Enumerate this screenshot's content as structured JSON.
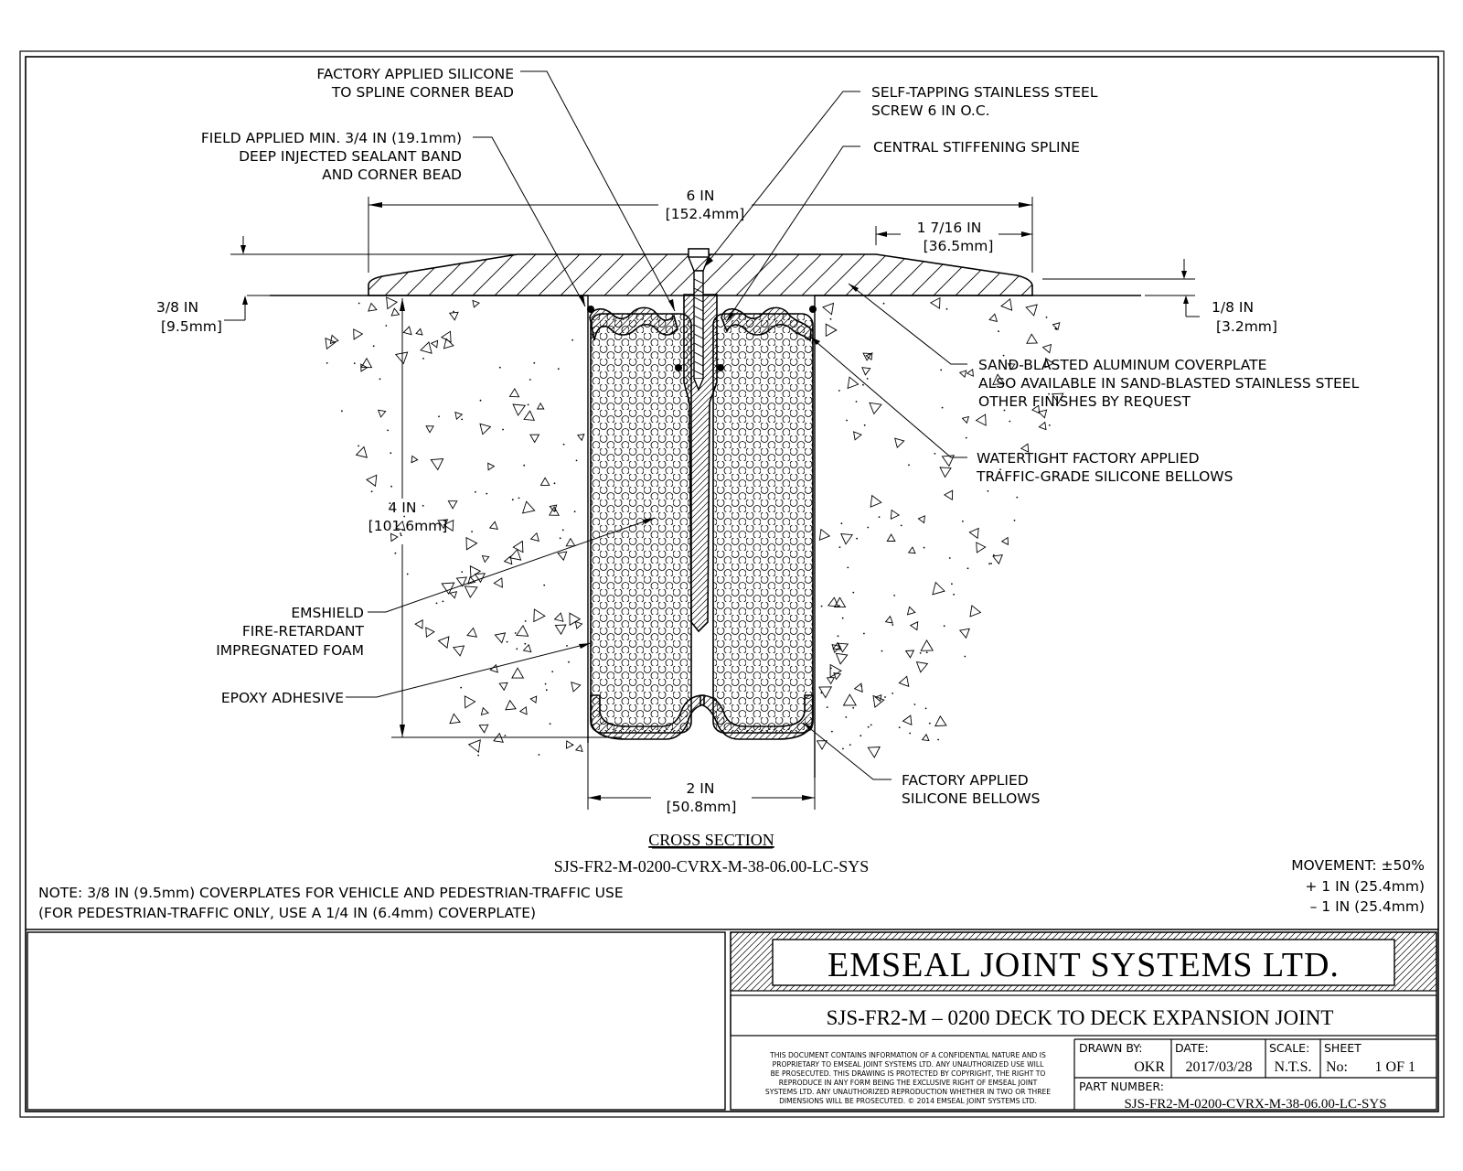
{
  "callouts": {
    "factory_silicone": [
      "FACTORY APPLIED SILICONE",
      "TO SPLINE CORNER BEAD"
    ],
    "field_sealant": [
      "FIELD APPLIED MIN. 3/4 IN (19.1mm)",
      "DEEP INJECTED SEALANT BAND",
      "AND CORNER BEAD"
    ],
    "screw": [
      "SELF-TAPPING STAINLESS STEEL",
      "SCREW 6 IN O.C."
    ],
    "spline": [
      "CENTRAL STIFFENING SPLINE"
    ],
    "coverplate": [
      "SAND-BLASTED ALUMINUM COVERPLATE",
      "ALSO AVAILABLE IN SAND-BLASTED STAINLESS STEEL",
      "OTHER FINISHES BY REQUEST"
    ],
    "bellows_top": [
      "WATERTIGHT FACTORY APPLIED",
      "TRAFFIC-GRADE SILICONE BELLOWS"
    ],
    "foam": [
      "EMSHIELD",
      "FIRE-RETARDANT",
      "IMPREGNATED FOAM"
    ],
    "epoxy": [
      "EPOXY ADHESIVE"
    ],
    "bellows_bottom": [
      "FACTORY APPLIED",
      "SILICONE BELLOWS"
    ]
  },
  "dimensions": {
    "width_6": [
      "6 IN",
      "[152.4mm]"
    ],
    "taper": [
      "1 7/16 IN",
      "[36.5mm]"
    ],
    "thick_38": [
      "3/8 IN",
      "[9.5mm]"
    ],
    "thick_18": [
      "1/8 IN",
      "[3.2mm]"
    ],
    "depth_4": [
      "4 IN",
      "[101.6mm]"
    ],
    "joint_2": [
      "2 IN",
      "[50.8mm]"
    ]
  },
  "section": {
    "title": "CROSS SECTION",
    "code": "SJS-FR2-M-0200-CVRX-M-38-06.00-LC-SYS"
  },
  "note": [
    "NOTE: 3/8 IN (9.5mm) COVERPLATES FOR VEHICLE AND PEDESTRIAN-TRAFFIC USE",
    "(FOR PEDESTRIAN-TRAFFIC ONLY, USE A 1/4 IN (6.4mm) COVERPLATE)"
  ],
  "movement": [
    "MOVEMENT: ±50%",
    "+ 1 IN (25.4mm)",
    "– 1 IN (25.4mm)"
  ],
  "title_block": {
    "company": "EMSEAL JOINT SYSTEMS LTD.",
    "drawing_title": "SJS-FR2-M – 0200 DECK TO DECK EXPANSION JOINT",
    "disclaimer": [
      "THIS DOCUMENT CONTAINS INFORMATION OF A CONFIDENTIAL NATURE AND IS",
      "PROPRIETARY TO EMSEAL JOINT SYSTEMS LTD. ANY UNAUTHORIZED USE WILL",
      "BE PROSECUTED. THIS DRAWING IS PROTECTED BY COPYRIGHT, THE RIGHT TO",
      "REPRODUCE IN ANY FORM BEING THE EXCLUSIVE RIGHT OF EMSEAL JOINT",
      "SYSTEMS LTD. ANY UNAUTHORIZED REPRODUCTION WHETHER IN TWO OR THREE",
      "DIMENSIONS WILL BE PROSECUTED. © 2014 EMSEAL JOINT SYSTEMS LTD."
    ],
    "drawn_by_label": "DRAWN BY:",
    "drawn_by": "OKR",
    "date_label": "DATE:",
    "date": "2017/03/28",
    "scale_label": "SCALE:",
    "scale": "N.T.S.",
    "sheet_label": "SHEET",
    "sheet_no_label": "No:",
    "sheet": "1 OF 1",
    "part_number_label": "PART NUMBER:",
    "part_number": "SJS-FR2-M-0200-CVRX-M-38-06.00-LC-SYS"
  }
}
